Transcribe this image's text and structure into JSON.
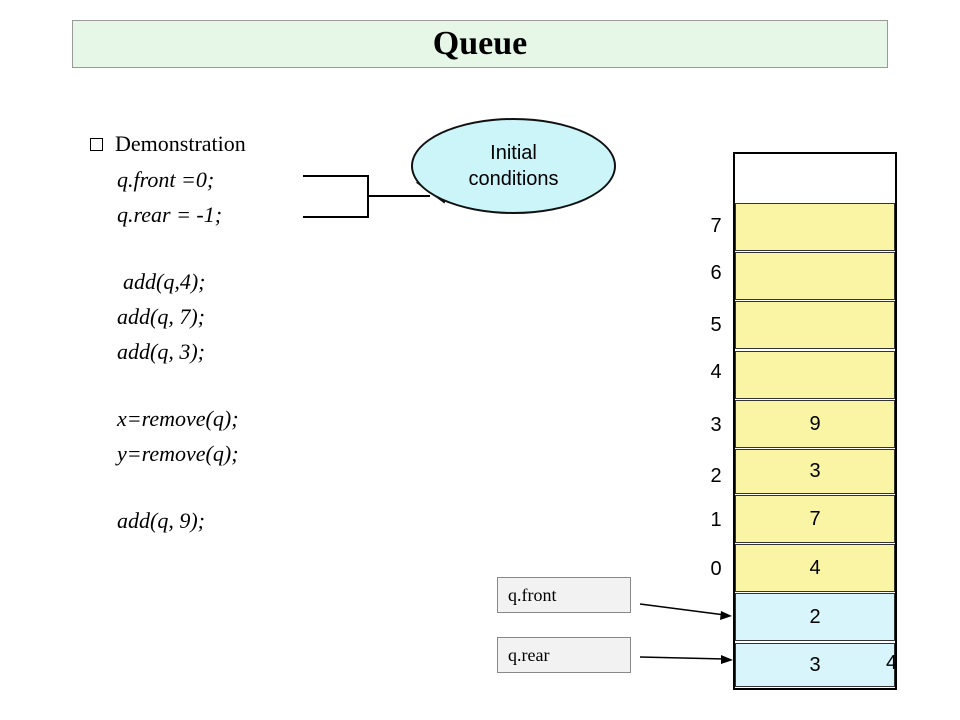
{
  "title": "Queue",
  "demo": {
    "heading": "Demonstration",
    "lines": [
      "q.front =0;",
      "q.rear = -1;",
      "add(q,4);",
      "add(q, 7);",
      "add(q, 3);",
      "x=remove(q);",
      "y=remove(q);",
      "add(q, 9);"
    ]
  },
  "callout": {
    "text": "Initial\nconditions"
  },
  "array": {
    "indices": [
      "7",
      "6",
      "5",
      "4",
      "3",
      "2",
      "1",
      "0"
    ],
    "values": [
      "",
      "",
      "",
      "",
      "9",
      "3",
      "7",
      "4"
    ]
  },
  "pointers": {
    "front_label": "q.front",
    "front_value": "2",
    "rear_label": "q.rear",
    "rear_value": "3",
    "rear_side_mark": "4"
  }
}
